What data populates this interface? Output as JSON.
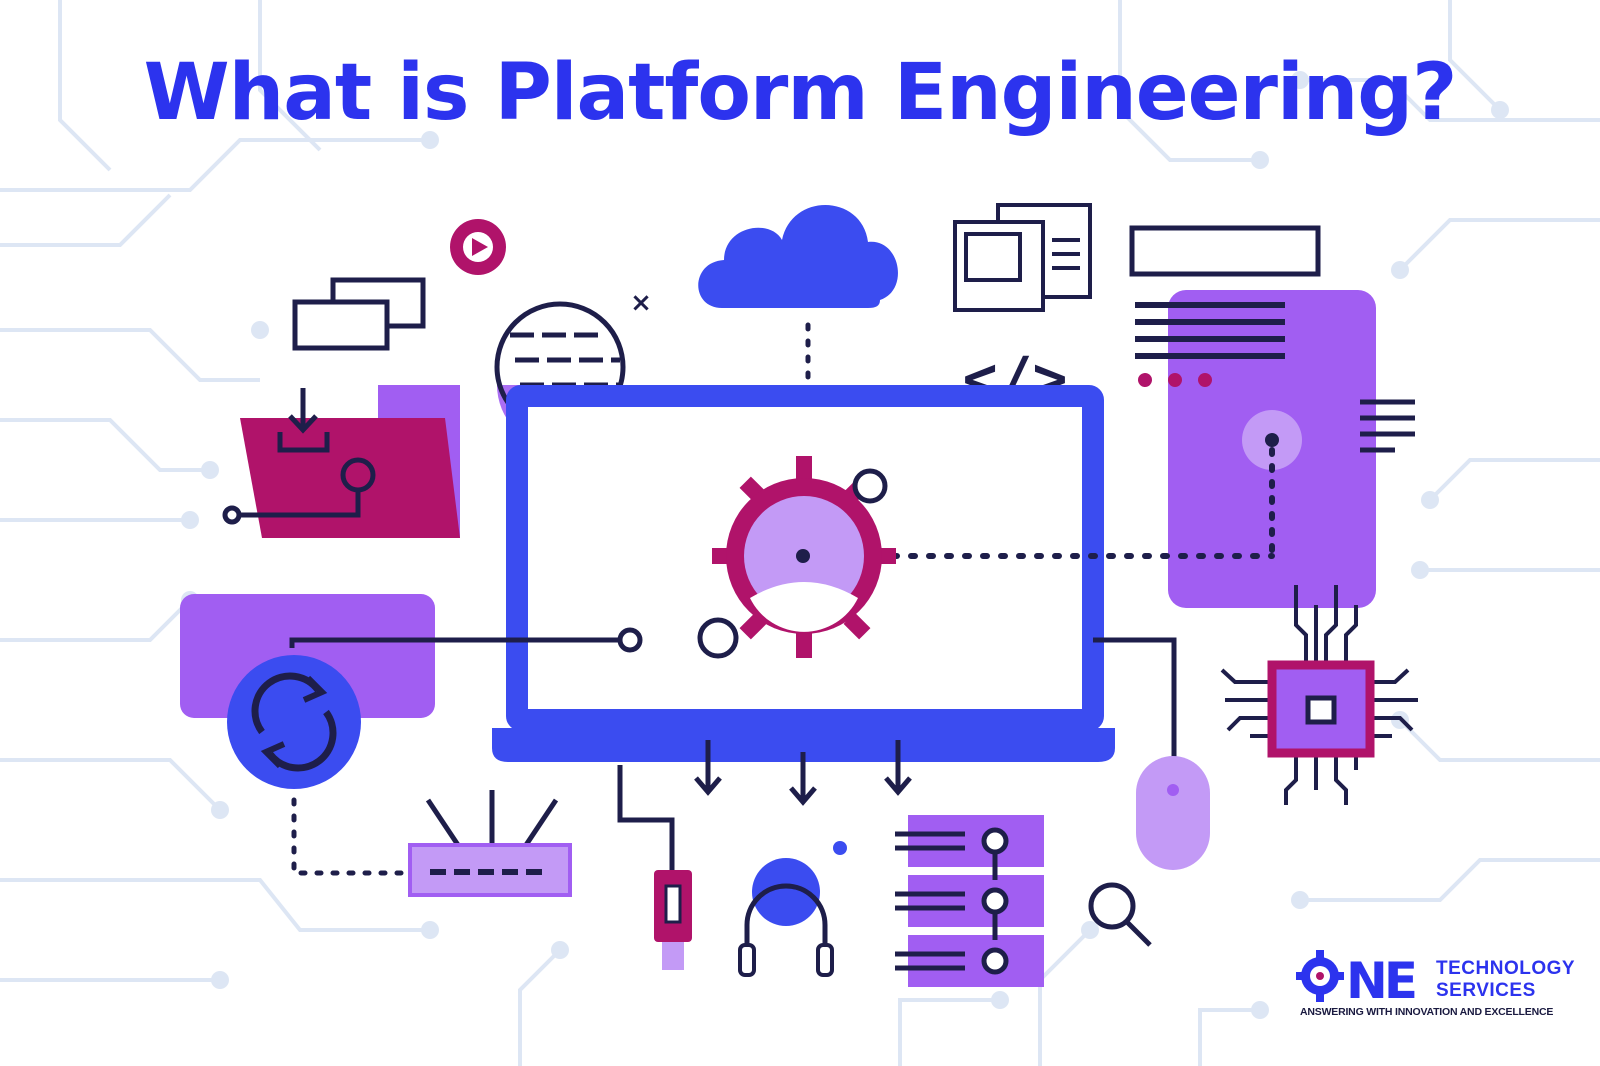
{
  "title": "What is Platform Engineering?",
  "logo": {
    "mark": "NE",
    "line1": "TECHNOLOGY",
    "line2": "SERVICES",
    "tagline": "ANSWERING WITH INNOVATION AND EXCELLENCE"
  },
  "illustration": {
    "code_tag_text": "</>",
    "close_mark_text": "×"
  },
  "colors": {
    "accent_blue": "#2c33ee",
    "cloud_blue": "#3b4cf0",
    "purple": "#a15ef2",
    "light_purple": "#c39af6",
    "magenta": "#b0136a",
    "navy": "#1e1e4a",
    "circuit": "#dde6f4"
  }
}
